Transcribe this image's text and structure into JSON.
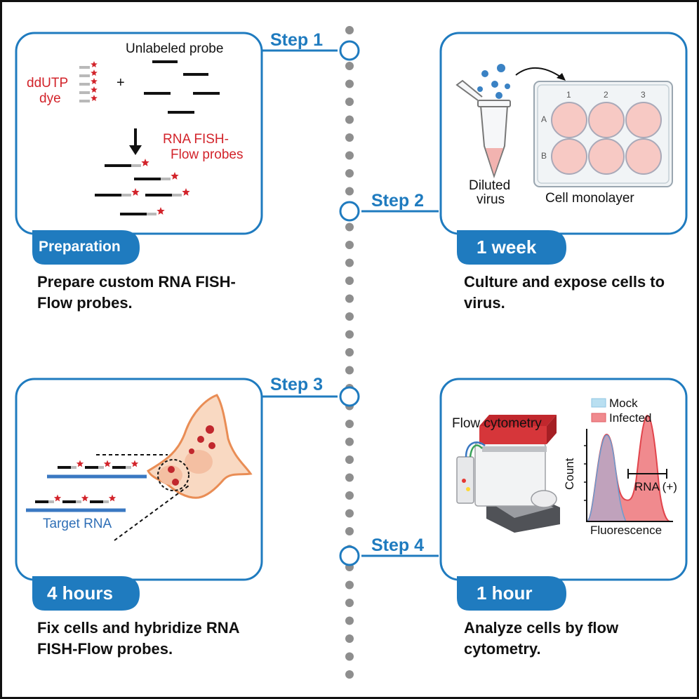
{
  "colors": {
    "accent_blue": "#1f7bbf",
    "probe_red": "#d2232a",
    "target_blue": "#3a78c2",
    "cell_fill": "#f9d9c2",
    "well_fill": "#f7c9c4",
    "mock_fill": "#b9dff1",
    "infected_fill": "#f08a8e"
  },
  "timeline": {
    "steps": [
      {
        "label": "Step 1"
      },
      {
        "label": "Step 2"
      },
      {
        "label": "Step 3"
      },
      {
        "label": "Step 4"
      }
    ]
  },
  "panel1": {
    "pill": "Preparation",
    "caption": "Prepare custom RNA FISH-Flow probes.",
    "unlabeled_probe": "Unlabeled probe",
    "dye_line1": "ddUTP",
    "dye_line2": "dye",
    "plus": "+",
    "product_line1": "RNA FISH-",
    "product_line2": "Flow probes",
    "icons": [
      "probe-dye-icon",
      "arrow-down-icon",
      "labeled-probe-icon"
    ]
  },
  "panel2": {
    "pill": "1 week",
    "caption": "Culture and expose cells to virus.",
    "virus_line1": "Diluted",
    "virus_line2": "virus",
    "plate_label": "Cell monolayer",
    "columns": [
      "1",
      "2",
      "3"
    ],
    "rows": [
      "A",
      "B"
    ],
    "icons": [
      "tube-icon",
      "virus-icon",
      "well-plate-icon"
    ]
  },
  "panel3": {
    "pill": "4 hours",
    "caption": "Fix cells and hybridize RNA FISH-Flow probes.",
    "target_label": "Target RNA",
    "icons": [
      "cell-icon",
      "target-rna-icon",
      "probe-icon"
    ]
  },
  "panel4": {
    "pill": "1 hour",
    "caption": "Analyze cells by flow cytometry.",
    "instrument_label": "Flow cytometry",
    "legend": [
      "Mock",
      "Infected"
    ],
    "xlabel": "Fluorescence",
    "ylabel": "Count",
    "gate_label": "RNA (+)",
    "icons": [
      "flow-cytometer-icon",
      "histogram-icon"
    ]
  }
}
